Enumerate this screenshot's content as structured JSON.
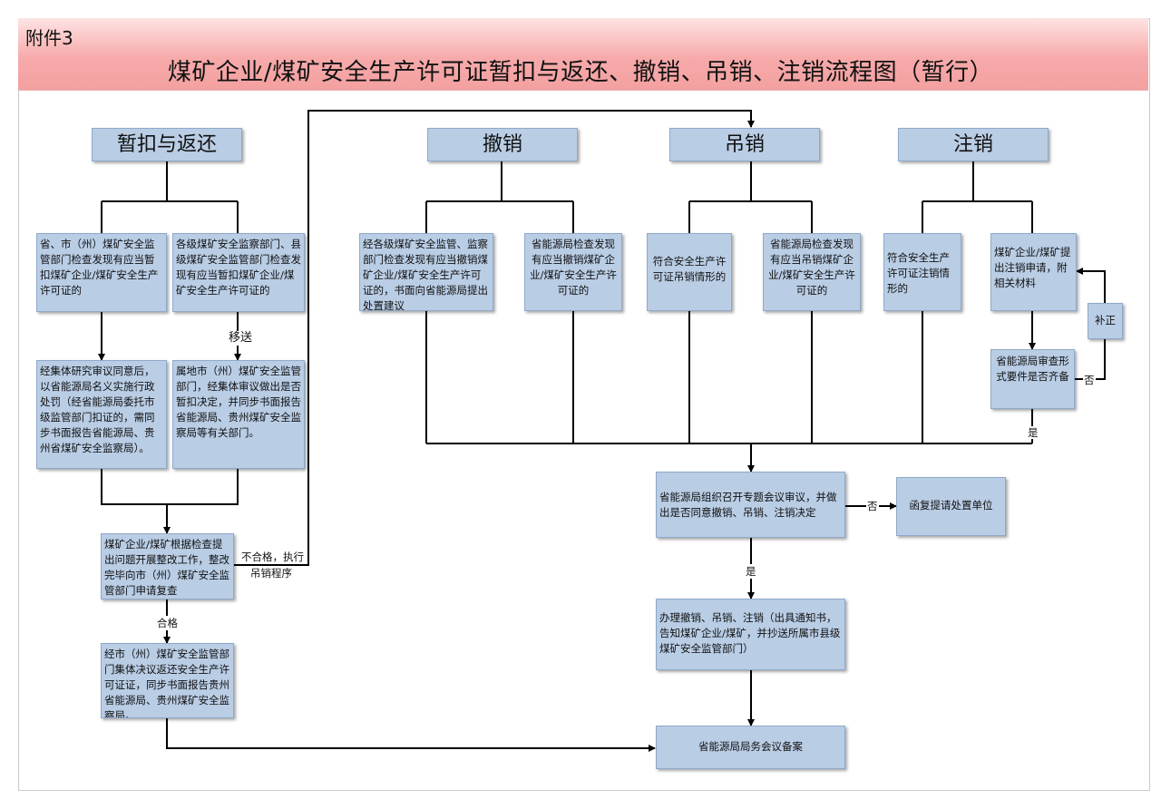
{
  "header": {
    "attachment": "附件3",
    "title": "煤矿企业/煤矿安全生产许可证暂扣与返还、撤销、吊销、注销流程图（暂行）"
  },
  "sections": {
    "suspend": "暂扣与返还",
    "revoke": "撤销",
    "cancel_punish": "吊销",
    "deregister": "注销"
  },
  "boxes": {
    "s1": "省、市（州）煤矿安全监管部门检查发现有应当暂扣煤矿企业/煤矿安全生产许可证的",
    "s2": "各级煤矿安全监察部门、县级煤矿安全监管部门检查发现有应当暂扣煤矿企业/煤矿安全生产许可证的",
    "s3": "经集体研究审议同意后，以省能源局名义实施行政处罚（经省能源局委托市级监管部门扣证的，需同步书面报告省能源局、贵州省煤矿安全监察局）。",
    "s4": "属地市（州）煤矿安全监管部门，经集体审议做出是否暂扣决定，并同步书面报告省能源局、贵州煤矿安全监察局等有关部门。",
    "s5": "煤矿企业/煤矿根据检查提出问题开展整改工作，整改完毕向市（州）煤矿安全监管部门申请复查",
    "s6": "经市（州）煤矿安全监管部门集体决议返还安全生产许可证证，同步书面报告贵州省能源局、贵州煤矿安全监察局。",
    "r1": "经各级煤矿安全监管、监察部门检查发现有应当撤销煤矿企业/煤矿安全生产许可证的，书面向省能源局提出处置建议",
    "r2": "省能源局检查发现有应当撤销煤矿企业/煤矿安全生产许可证的",
    "c1": "符合安全生产许可证吊销情形的",
    "c2": "省能源局检查发现有应当吊销煤矿企业/煤矿安全生产许可证的",
    "d1": "符合安全生产许可证注销情形的",
    "d2": "煤矿企业/煤矿提出注销申请，附相关材料",
    "d3": "省能源局审查形式要件是否齐备",
    "fix": "补正",
    "meeting": "省能源局组织召开专题会议审议，并做出是否同意撤销、吊销、注销决定",
    "reply": "函复提请处置单位",
    "handle": "办理撤销、吊销、注销（出具通知书，告知煤矿企业/煤矿，并抄送所属市县级煤矿安全监管部门）",
    "record": "省能源局局务会议备案"
  },
  "labels": {
    "transfer": "移送",
    "fail_line1": "不合格，执行",
    "fail_line2": "吊销程序",
    "pass": "合格",
    "no_d3": "否",
    "yes_d3": "是",
    "no_meeting": "否",
    "yes_meeting": "是"
  }
}
